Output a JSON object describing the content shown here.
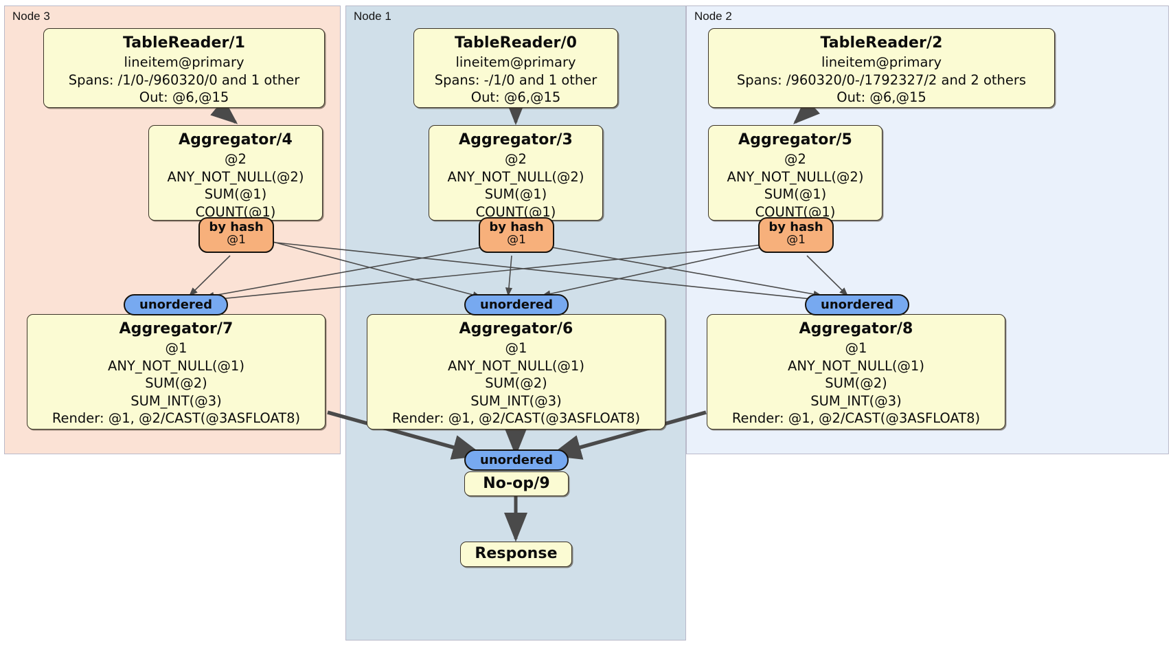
{
  "diagram": {
    "type": "distributed-query-plan",
    "title": "",
    "clusters": [
      {
        "id": "node3",
        "label": "Node 3",
        "color": "#fbe2d5"
      },
      {
        "id": "node1",
        "label": "Node 1",
        "color": "#d0dfe9"
      },
      {
        "id": "node2",
        "label": "Node 2",
        "color": "#eaf1fb"
      }
    ],
    "colors": {
      "processor_fill": "#fbfbd3",
      "processor_border": "#3a3327",
      "hash_router_fill": "#f7b07b",
      "unordered_fill": "#77a9f0",
      "edge": "#4a4a4a"
    },
    "processors": {
      "tablereader1": {
        "title": "TableReader/1",
        "lines": [
          "lineitem@primary",
          "Spans: /1/0-/960320/0 and 1 other",
          "Out: @6,@15"
        ]
      },
      "tablereader0": {
        "title": "TableReader/0",
        "lines": [
          "lineitem@primary",
          "Spans: -/1/0 and 1 other",
          "Out: @6,@15"
        ]
      },
      "tablereader2": {
        "title": "TableReader/2",
        "lines": [
          "lineitem@primary",
          "Spans: /960320/0-/1792327/2 and 2 others",
          "Out: @6,@15"
        ]
      },
      "aggregator4": {
        "title": "Aggregator/4",
        "lines": [
          "@2",
          "ANY_NOT_NULL(@2)",
          "SUM(@1)",
          "COUNT(@1)"
        ]
      },
      "aggregator3": {
        "title": "Aggregator/3",
        "lines": [
          "@2",
          "ANY_NOT_NULL(@2)",
          "SUM(@1)",
          "COUNT(@1)"
        ]
      },
      "aggregator5": {
        "title": "Aggregator/5",
        "lines": [
          "@2",
          "ANY_NOT_NULL(@2)",
          "SUM(@1)",
          "COUNT(@1)"
        ]
      },
      "aggregator7": {
        "title": "Aggregator/7",
        "lines": [
          "@1",
          "ANY_NOT_NULL(@1)",
          "SUM(@2)",
          "SUM_INT(@3)",
          "Render: @1, @2/CAST(@3ASFLOAT8)"
        ]
      },
      "aggregator6": {
        "title": "Aggregator/6",
        "lines": [
          "@1",
          "ANY_NOT_NULL(@1)",
          "SUM(@2)",
          "SUM_INT(@3)",
          "Render: @1, @2/CAST(@3ASFLOAT8)"
        ]
      },
      "aggregator8": {
        "title": "Aggregator/8",
        "lines": [
          "@1",
          "ANY_NOT_NULL(@1)",
          "SUM(@2)",
          "SUM_INT(@3)",
          "Render: @1, @2/CAST(@3ASFLOAT8)"
        ]
      },
      "noop9": {
        "title": "No-op/9",
        "lines": []
      },
      "response": {
        "title": "Response",
        "lines": []
      }
    },
    "routers": {
      "hash_left": {
        "label": "by hash",
        "sub": "@1"
      },
      "hash_center": {
        "label": "by hash",
        "sub": "@1"
      },
      "hash_right": {
        "label": "by hash",
        "sub": "@1"
      },
      "unordered_left": {
        "label": "unordered"
      },
      "unordered_center": {
        "label": "unordered"
      },
      "unordered_right": {
        "label": "unordered"
      },
      "unordered_final": {
        "label": "unordered"
      }
    }
  }
}
